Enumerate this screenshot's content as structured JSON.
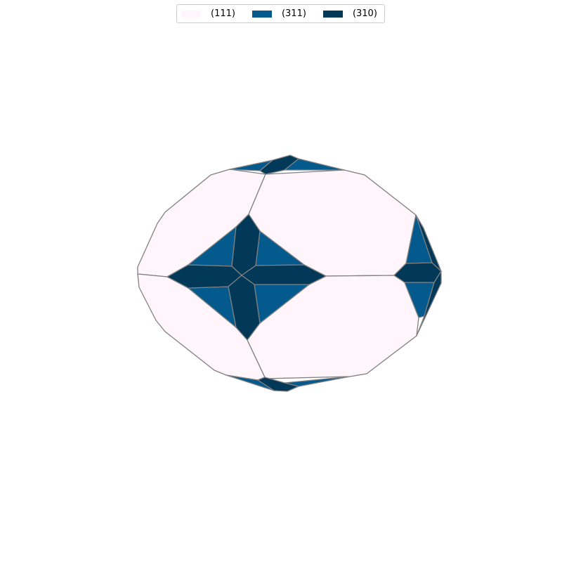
{
  "legend": {
    "entries": [
      {
        "label": "(111)",
        "color": "#fff5fa"
      },
      {
        "label": "(311)",
        "color": "#045a8d"
      },
      {
        "label": "(310)",
        "color": "#023858"
      }
    ]
  },
  "edge_color": "#808080"
}
